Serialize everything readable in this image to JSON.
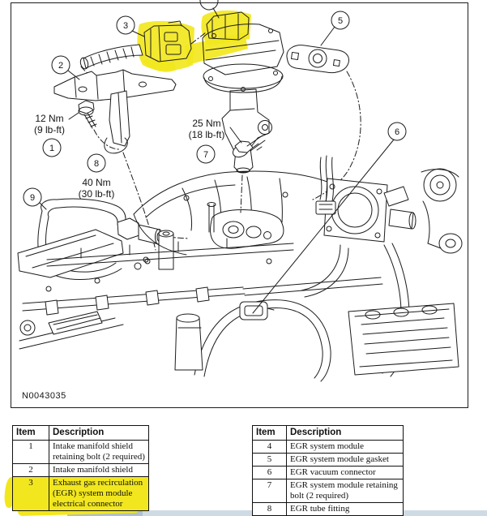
{
  "diagram": {
    "id_label": "N0043035",
    "highlight_color": "#f2e71e",
    "callouts": [
      "1",
      "2",
      "3",
      "5",
      "6",
      "7",
      "8",
      "9"
    ],
    "torque": [
      {
        "nm": "12 Nm",
        "lbft": "(9 lb-ft)"
      },
      {
        "nm": "25 Nm",
        "lbft": "(18 lb-ft)"
      },
      {
        "nm": "40 Nm",
        "lbft": "(30 lb-ft)"
      }
    ]
  },
  "tables": {
    "left": {
      "headers": {
        "item": "Item",
        "desc": "Description"
      },
      "rows": [
        {
          "item": "1",
          "desc": "Intake manifold shield retaining bolt (2 required)"
        },
        {
          "item": "2",
          "desc": "Intake manifold shield"
        },
        {
          "item": "3",
          "desc": "Exhaust gas recirculation (EGR) system module electrical connector"
        }
      ]
    },
    "right": {
      "headers": {
        "item": "Item",
        "desc": "Description"
      },
      "rows": [
        {
          "item": "4",
          "desc": "EGR system module"
        },
        {
          "item": "5",
          "desc": "EGR system module gasket"
        },
        {
          "item": "6",
          "desc": "EGR vacuum connector"
        },
        {
          "item": "7",
          "desc": "EGR system module retaining bolt (2 required)"
        },
        {
          "item": "8",
          "desc": "EGR tube fitting"
        }
      ]
    }
  }
}
